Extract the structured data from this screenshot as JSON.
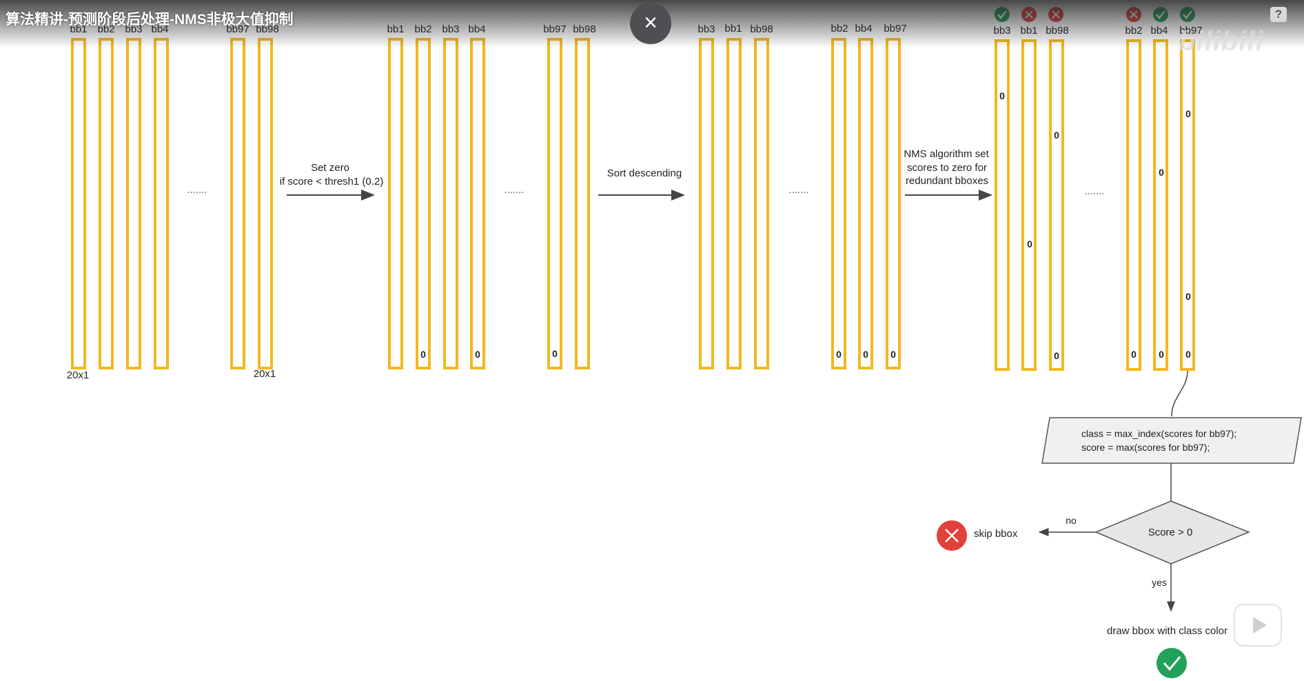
{
  "header": {
    "title": "算法精讲-预测阶段后处理-NMS非极大值抑制",
    "close_glyph": "×",
    "help_glyph": "?",
    "watermark": "bilibili"
  },
  "colors": {
    "column": "#f2b81d",
    "check": "#22a15a",
    "cross": "#e0413a",
    "diamond": "#e6e6e6",
    "box": "#f0f0f0"
  },
  "diagram": {
    "group1": {
      "columns": [
        {
          "label": "bb1",
          "zeros": []
        },
        {
          "label": "bb2",
          "zeros": []
        },
        {
          "label": "bb3",
          "zeros": []
        },
        {
          "label": "bb4",
          "zeros": []
        },
        {
          "label": "bb97",
          "zeros": []
        },
        {
          "label": "bb98",
          "zeros": []
        }
      ],
      "dim_labels": [
        "20x1",
        "20x1"
      ]
    },
    "arrow1": {
      "lines": [
        "Set zero",
        "if score < thresh1 (0.2)"
      ]
    },
    "group2": {
      "columns": [
        {
          "label": "bb1",
          "zeros": []
        },
        {
          "label": "bb2",
          "zeros": [
            "0"
          ]
        },
        {
          "label": "bb3",
          "zeros": []
        },
        {
          "label": "bb4",
          "zeros": [
            "0"
          ]
        },
        {
          "label": "bb97",
          "zeros": [
            "0"
          ]
        },
        {
          "label": "bb98",
          "zeros": []
        }
      ]
    },
    "arrow2": {
      "lines": [
        "Sort descending"
      ]
    },
    "group3": {
      "columns": [
        {
          "label": "bb3",
          "zeros": []
        },
        {
          "label": "bb1",
          "zeros": []
        },
        {
          "label": "bb98",
          "zeros": []
        },
        {
          "label": "bb2",
          "zeros": [
            "0"
          ]
        },
        {
          "label": "bb4",
          "zeros": [
            "0"
          ]
        },
        {
          "label": "bb97",
          "zeros": [
            "0"
          ]
        }
      ]
    },
    "arrow3": {
      "lines": [
        "NMS algorithm set",
        "scores to zero for",
        "redundant bboxes"
      ]
    },
    "group4": {
      "columns": [
        {
          "label": "bb3",
          "status": "check",
          "zeros": [
            "0"
          ]
        },
        {
          "label": "bb1",
          "status": "cross",
          "zeros": [
            "0"
          ]
        },
        {
          "label": "bb98",
          "status": "cross",
          "zeros": [
            "0",
            "0"
          ]
        },
        {
          "label": "bb2",
          "status": "cross",
          "zeros": [
            "0"
          ]
        },
        {
          "label": "bb4",
          "status": "check",
          "zeros": [
            "0",
            "0"
          ]
        },
        {
          "label": "bb97",
          "status": "check",
          "zeros": [
            "0",
            "0",
            "0"
          ]
        }
      ]
    },
    "ellipsis": ".......",
    "process_box": {
      "lines": [
        "class = max_index(scores for bb97);",
        "score = max(scores for bb97);"
      ]
    },
    "decision": "Score > 0",
    "no_label": "no",
    "yes_label": "yes",
    "skip_label": "skip bbox",
    "draw_label": "draw bbox with class color"
  }
}
